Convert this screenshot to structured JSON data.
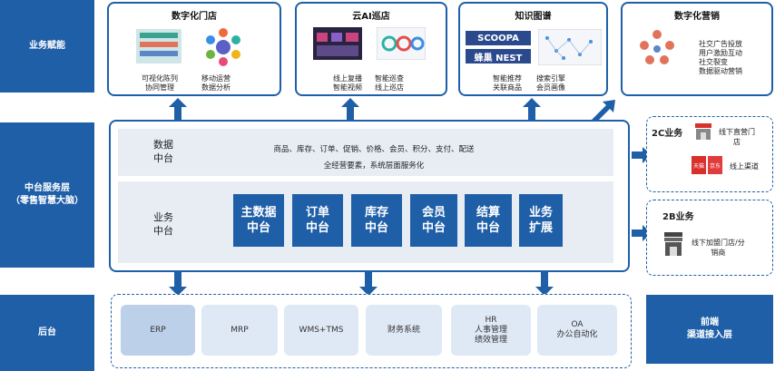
{
  "left_labels": {
    "business": "业务赋能",
    "middle": "中台服务层\n（零售智慧大脑）",
    "backend": "后台"
  },
  "top_cards": [
    {
      "title": "数字化门店",
      "captions": [
        "可视化陈列\n协同管理",
        "移动运营\n数据分析"
      ]
    },
    {
      "title": "云AI巡店",
      "captions": [
        "线上复播\n智能视频",
        "智能巡查\n线上巡店"
      ]
    },
    {
      "title": "知识图谱",
      "logos": [
        "SCOOPA",
        "蜂巢 NEST"
      ],
      "captions": [
        "智能推荐\n关联商品",
        "搜索引擎\n会员画像"
      ]
    },
    {
      "title": "数字化营销",
      "captions": [
        "社交广告投放\n用户激励互动\n社交裂变\n数据驱动营销"
      ]
    }
  ],
  "data_center": {
    "label": "数据\n中台",
    "line1": "商品、库存、订单、促销、价格、会员、积分、支付、配送",
    "line2": "全经营要素，系统层面服务化"
  },
  "business_center": {
    "label": "业务\n中台",
    "tiles": [
      "主数据\n中台",
      "订单\n中台",
      "库存\n中台",
      "会员\n中台",
      "结算\n中台",
      "业务\n扩展"
    ]
  },
  "right_2c": {
    "title": "2C业务",
    "item1": "线下直营门\n店",
    "item2": "线上渠道",
    "logo1": "天猫",
    "logo2": "京东"
  },
  "right_2b": {
    "title": "2B业务",
    "item1": "线下加盟门店/分\n销商"
  },
  "backend_systems": [
    "ERP",
    "MRP",
    "WMS+TMS",
    "财务系统",
    "HR\n人事管理\n绩效管理",
    "OA\n办公自动化"
  ],
  "front_access": "前端\n渠道接入层",
  "colors": {
    "primary": "#1f5fa8",
    "light_panel": "#e8edf4",
    "tile": "#dfe9f6"
  }
}
